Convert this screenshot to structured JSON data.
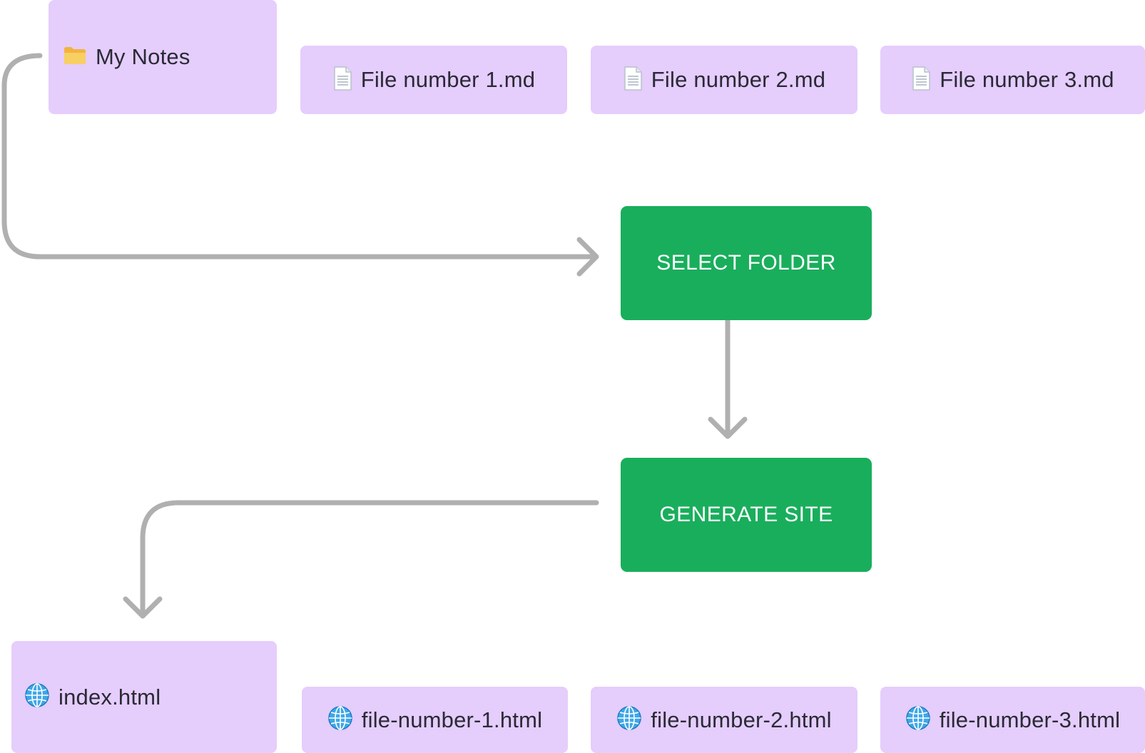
{
  "source": {
    "folder": {
      "label": "My Notes",
      "icon": "folder-icon"
    },
    "files": [
      {
        "label": "File number 1.md",
        "icon": "document-icon"
      },
      {
        "label": "File number 2.md",
        "icon": "document-icon"
      },
      {
        "label": "File number 3.md",
        "icon": "document-icon"
      }
    ]
  },
  "actions": {
    "select_folder": "SELECT FOLDER",
    "generate_site": "GENERATE SITE"
  },
  "output": {
    "index": {
      "label": "index.html",
      "icon": "globe-icon"
    },
    "pages": [
      {
        "label": "file-number-1.html",
        "icon": "globe-icon"
      },
      {
        "label": "file-number-2.html",
        "icon": "globe-icon"
      },
      {
        "label": "file-number-3.html",
        "icon": "globe-icon"
      }
    ]
  },
  "colors": {
    "card": "#e5cdfc",
    "action": "#19ae5c",
    "connector": "#b0b0b0",
    "text": "#2a2a35"
  }
}
